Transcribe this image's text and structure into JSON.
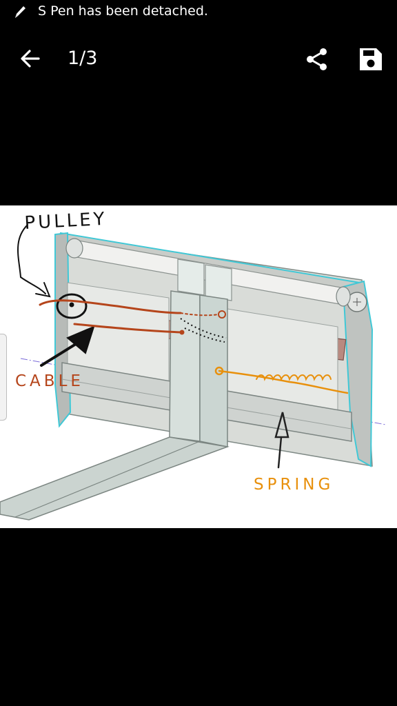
{
  "status_bar": {
    "message": "S Pen has been detached.",
    "icon": "pen-icon"
  },
  "toolbar": {
    "back_icon": "arrow-back-icon",
    "counter": "1/3",
    "share_icon": "share-icon",
    "save_icon": "save-icon"
  },
  "image": {
    "annotations": {
      "pulley": "PULLEY",
      "cable": "CABLE",
      "spring": "SPRING"
    },
    "colors": {
      "cable_ink": "#b5451b",
      "spring_ink": "#e8900c",
      "pulley_ink": "#111111",
      "frame_outline": "#3ec9d6"
    }
  }
}
